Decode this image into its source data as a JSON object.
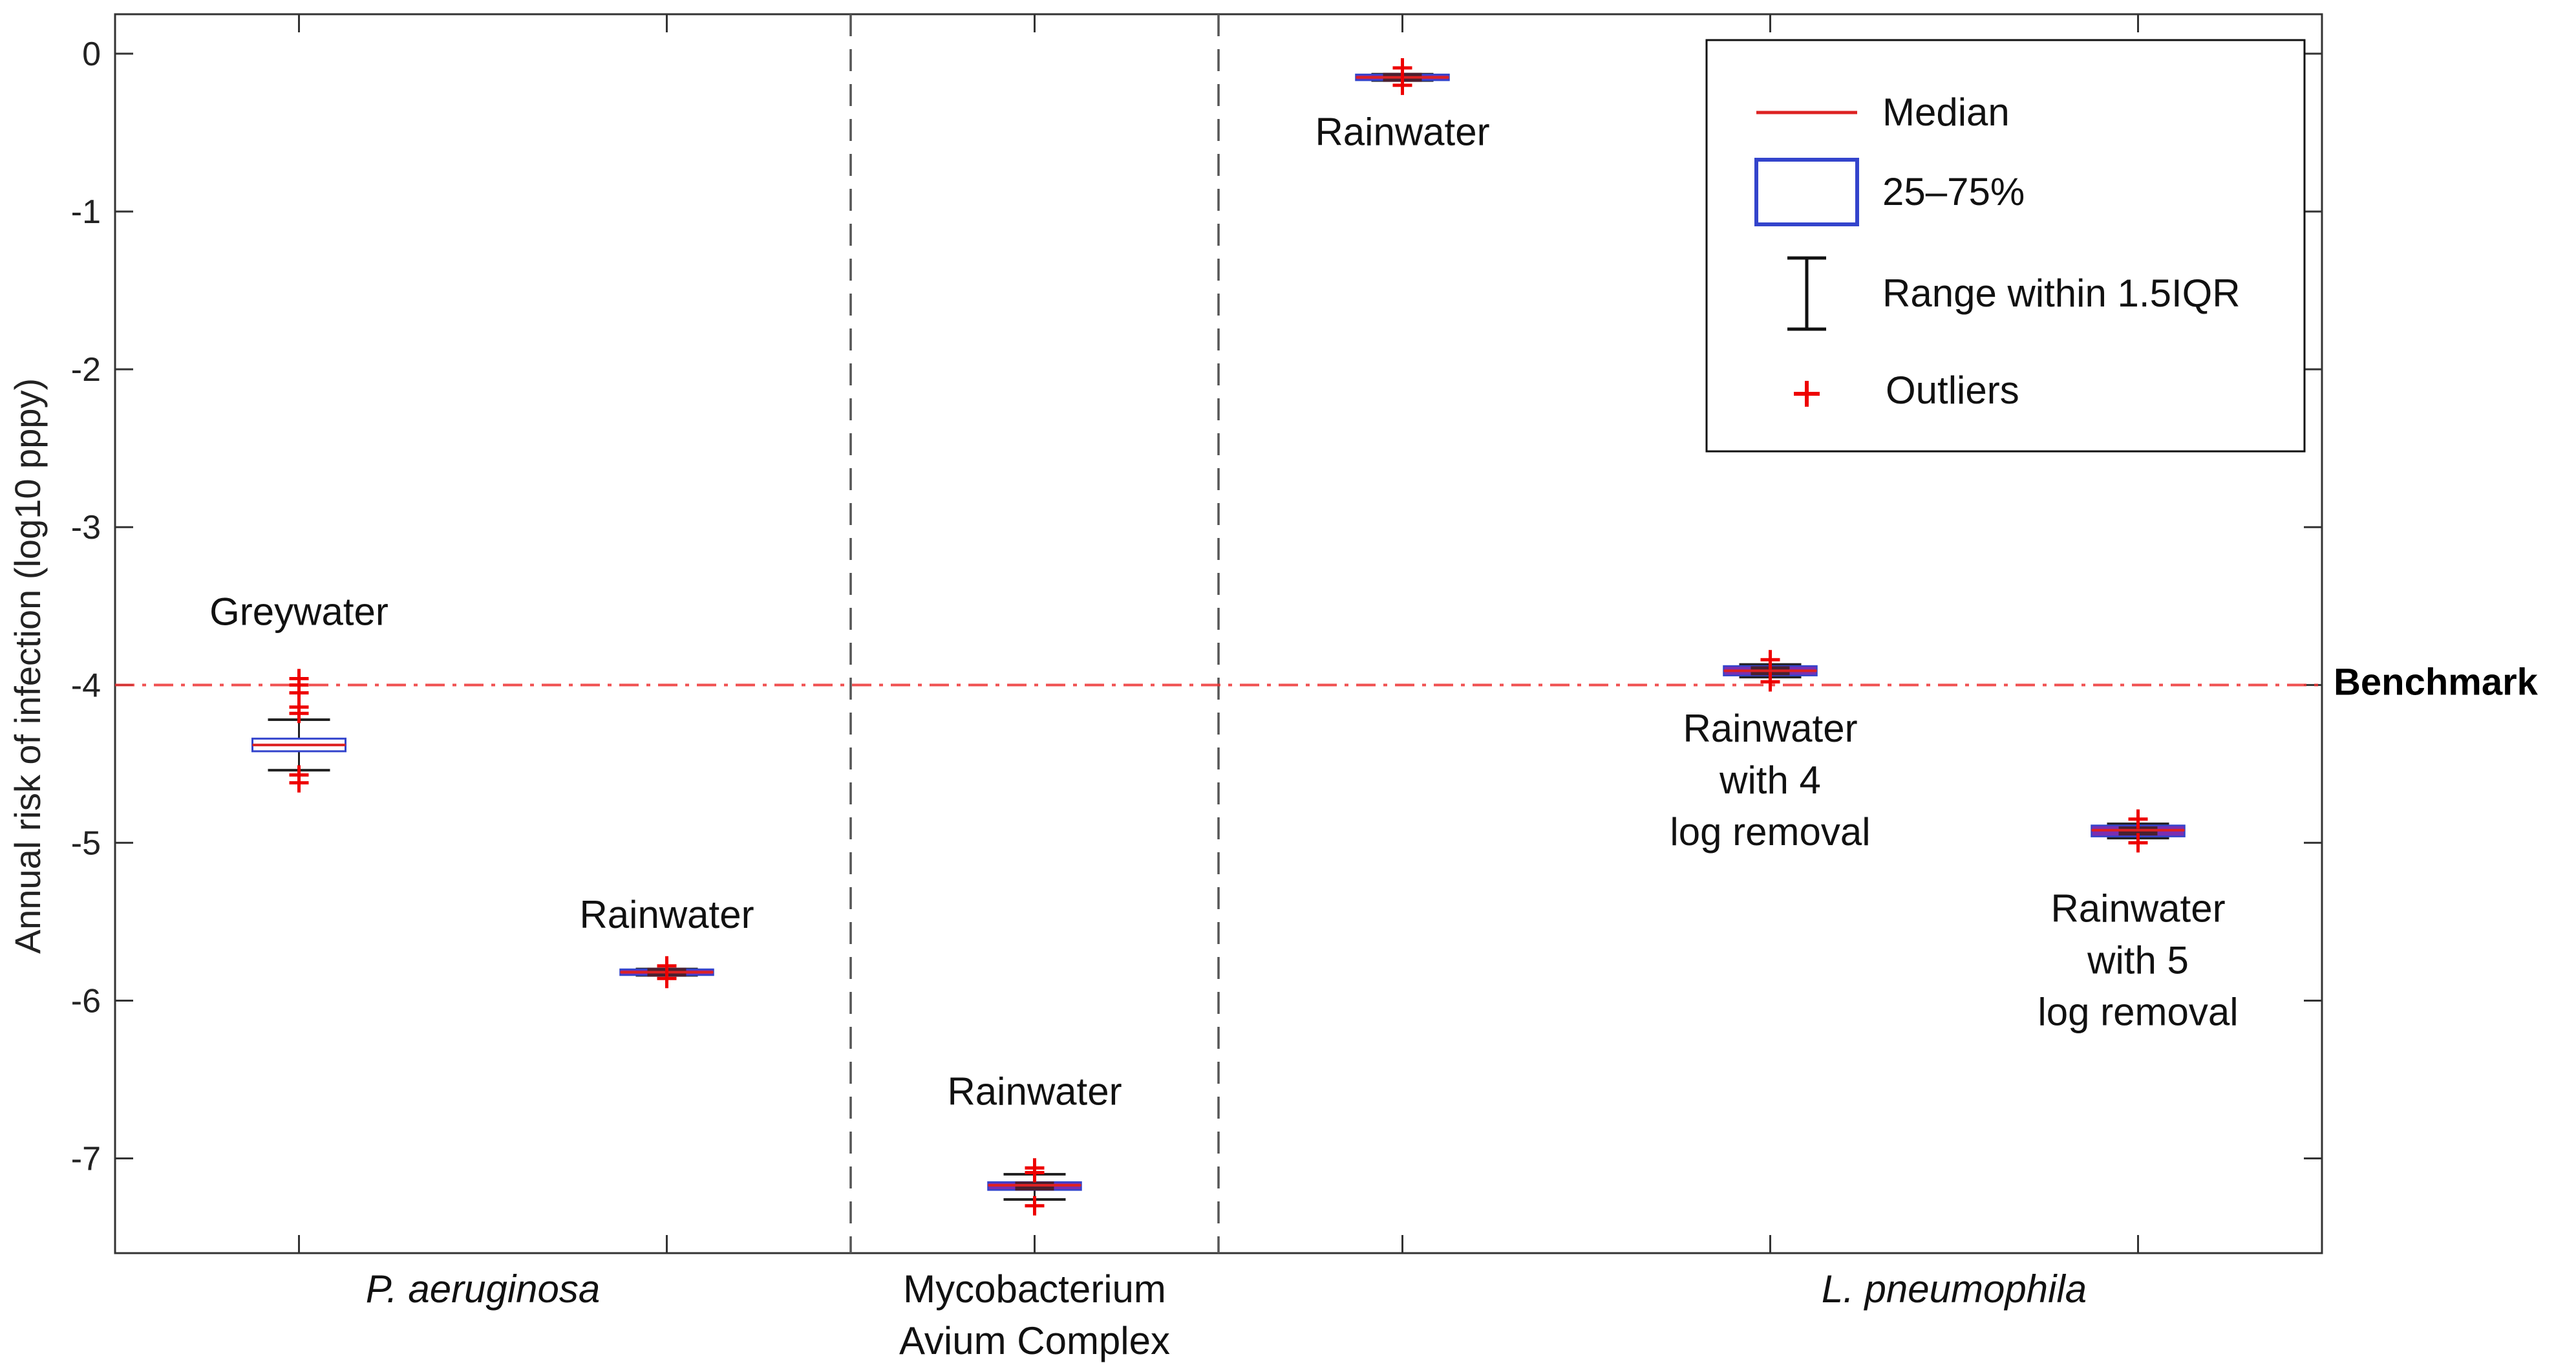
{
  "chart_data": {
    "type": "box",
    "ylabel": "Annual risk of infection (log10 pppy)",
    "ylim": [
      -7.6,
      0.25
    ],
    "yticks": [
      0,
      -1,
      -2,
      -3,
      -4,
      -5,
      -6,
      -7
    ],
    "ytick_labels": [
      "0",
      "-1",
      "-2",
      "-3",
      "-4",
      "-5",
      "-6",
      "-7"
    ],
    "benchmark": {
      "value": -4,
      "label": "Benchmark",
      "color": "#ee3333"
    },
    "categories": [
      {
        "label": [
          "P. aeruginosa"
        ],
        "italic": true,
        "x": 1.5
      },
      {
        "label": [
          "Mycobacterium",
          "Avium Complex"
        ],
        "italic": false,
        "x": 3
      },
      {
        "label": [
          "L. pneumophila"
        ],
        "italic": true,
        "x": 5.5
      }
    ],
    "separators": [
      2.5,
      3.5
    ],
    "xlim": [
      0.5,
      6.5
    ],
    "xticks": [
      1,
      2,
      3,
      4,
      5,
      6
    ],
    "boxes": [
      {
        "label": [
          "Greywater"
        ],
        "x": 1,
        "median": -4.38,
        "q1": -4.42,
        "q3": -4.34,
        "whisker_low": -4.54,
        "whisker_high": -4.22,
        "outliers": [
          -4.57,
          -4.62,
          -4.18,
          -4.14,
          -4.05,
          -4.0,
          -3.96
        ],
        "fill": false,
        "label_position": "above",
        "label_y": -3.62
      },
      {
        "label": [
          "Rainwater"
        ],
        "x": 2,
        "median": -5.82,
        "q1": -5.83,
        "q3": -5.81,
        "whisker_low": -5.84,
        "whisker_high": -5.8,
        "outliers": [
          -5.86,
          -5.78
        ],
        "fill": true,
        "label_position": "above",
        "label_y": -5.54
      },
      {
        "label": [
          "Rainwater"
        ],
        "x": 3,
        "median": -7.17,
        "q1": -7.2,
        "q3": -7.15,
        "whisker_low": -7.26,
        "whisker_high": -7.1,
        "outliers": [
          -7.06,
          -7.09,
          -7.3
        ],
        "fill": true,
        "label_position": "above",
        "label_y": -6.66
      },
      {
        "label": [
          "Rainwater"
        ],
        "x": 4,
        "median": -0.15,
        "q1": -0.16,
        "q3": -0.14,
        "whisker_low": -0.17,
        "whisker_high": -0.13,
        "outliers": [
          -0.09,
          -0.2
        ],
        "fill": true,
        "label_position": "below",
        "label_y": -0.58
      },
      {
        "label": [
          "Rainwater",
          "with 4",
          "log removal"
        ],
        "x": 5,
        "median": -3.91,
        "q1": -3.94,
        "q3": -3.88,
        "whisker_low": -3.95,
        "whisker_high": -3.87,
        "outliers": [
          -3.84,
          -3.98
        ],
        "fill": true,
        "label_position": "below",
        "label_y": -4.36
      },
      {
        "label": [
          "Rainwater",
          "with 5",
          "log removal"
        ],
        "x": 6,
        "median": -4.92,
        "q1": -4.96,
        "q3": -4.89,
        "whisker_low": -4.97,
        "whisker_high": -4.88,
        "outliers": [
          -4.85,
          -5.0
        ],
        "fill": true,
        "label_position": "below",
        "label_y": -5.5
      }
    ],
    "legend": {
      "placement": "top-right",
      "entries": [
        {
          "key": "median",
          "label": "Median"
        },
        {
          "key": "box",
          "label": "25–75%"
        },
        {
          "key": "range",
          "label": "Range within 1.5IQR"
        },
        {
          "key": "outlier",
          "label": "Outliers"
        }
      ]
    },
    "colors": {
      "median": "#dd2222",
      "box_edge": "#3344cc",
      "box_fill": "#7a2fb0",
      "whisker": "#222222",
      "outlier": "#ee0000",
      "separator": "#555555",
      "axis": "#333333"
    }
  }
}
